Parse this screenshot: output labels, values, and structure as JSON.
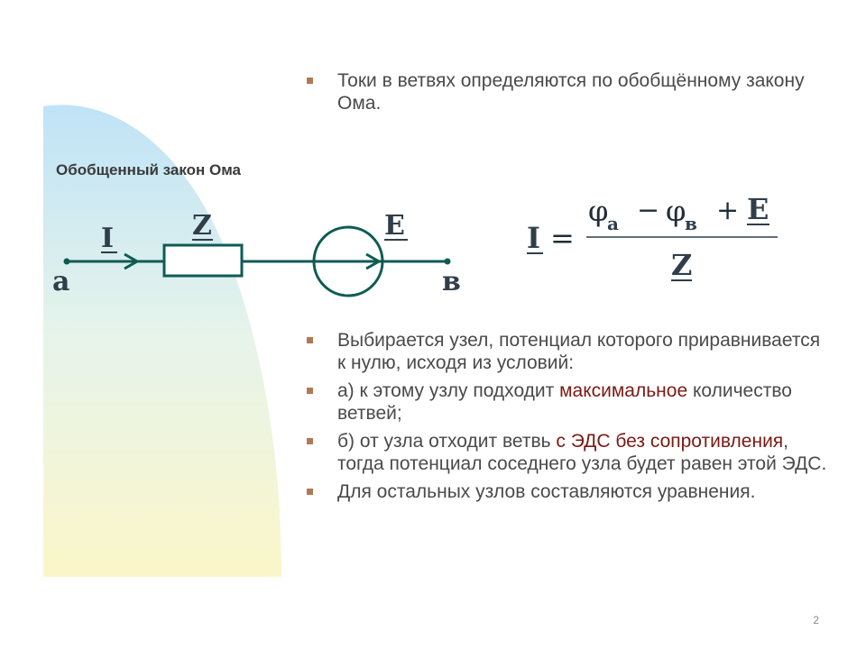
{
  "bullets_top": [
    {
      "text": "Токи в ветвях определяются по обобщённому закону Ома."
    }
  ],
  "diagram": {
    "title": "Обобщенный закон Ома",
    "labels": {
      "I": "I",
      "Z": "Z",
      "E": "E",
      "a": "a",
      "b": "в"
    }
  },
  "formula": {
    "lhs": "I",
    "equals": "=",
    "phi": "φ",
    "sub_a": "a",
    "sub_b": "в",
    "minus": "−",
    "plus": "+",
    "E": "E",
    "denominator": "Z"
  },
  "bullets_bottom": [
    {
      "parts": [
        {
          "text": "Выбирается узел, потенциал которого приравнивается к нулю, исходя из условий:"
        }
      ]
    },
    {
      "parts": [
        {
          "text": "а) к этому узлу подходит "
        },
        {
          "text": "максимальное"
        },
        {
          "text": " количество ветвей;"
        }
      ]
    },
    {
      "parts": [
        {
          "text": "б) от узла отходит ветвь "
        },
        {
          "text": "с ЭДС без сопротивления"
        },
        {
          "text": ", тогда потенциал соседнего узла будет равен этой ЭДС."
        }
      ]
    },
    {
      "parts": [
        {
          "text": "Для остальных узлов составляются уравнения."
        }
      ]
    }
  ],
  "page_number": "2",
  "colors": {
    "circuit": "#0e5b54",
    "highlight": "#7a1a14",
    "bullet": "#b07a55",
    "text": "#4a4a4a"
  }
}
